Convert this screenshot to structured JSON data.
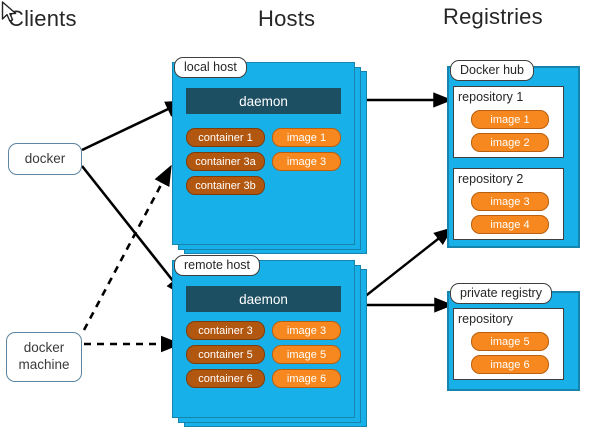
{
  "headings": {
    "clients": "Clients",
    "hosts": "Hosts",
    "registries": "Registries"
  },
  "clients": [
    {
      "id": "docker",
      "label": "docker"
    },
    {
      "id": "docker-machine",
      "label_line1": "docker",
      "label_line2": "machine"
    }
  ],
  "hosts": [
    {
      "id": "local-host",
      "label": "local host",
      "daemon": "daemon",
      "containers": [
        "container 1",
        "container 3a",
        "container 3b"
      ],
      "images": [
        "image 1",
        "image 3"
      ]
    },
    {
      "id": "remote-host",
      "label": "remote host",
      "daemon": "daemon",
      "containers": [
        "container 3",
        "container 5",
        "container 6"
      ],
      "images": [
        "image 3",
        "image 5",
        "image 6"
      ]
    }
  ],
  "registries": [
    {
      "id": "docker-hub",
      "label": "Docker hub",
      "repositories": [
        {
          "title": "repository 1",
          "images": [
            "image 1",
            "image 2"
          ]
        },
        {
          "title": "repository 2",
          "images": [
            "image 3",
            "image 4"
          ]
        }
      ]
    },
    {
      "id": "private-registry",
      "label": "private registry",
      "repositories": [
        {
          "title": "repository",
          "images": [
            "image 5",
            "image 6"
          ]
        }
      ]
    }
  ],
  "connections": [
    {
      "from": "docker",
      "to": "local-host-daemon",
      "style": "solid"
    },
    {
      "from": "docker",
      "to": "remote-host-daemon",
      "style": "solid"
    },
    {
      "from": "docker-machine",
      "to": "local-host",
      "style": "dashed"
    },
    {
      "from": "docker-machine",
      "to": "remote-host",
      "style": "dashed"
    },
    {
      "from": "local-host-daemon",
      "to": "repository-1",
      "style": "solid"
    },
    {
      "from": "remote-host-daemon",
      "to": "repository-2",
      "style": "solid"
    },
    {
      "from": "remote-host-daemon",
      "to": "private-registry",
      "style": "solid"
    }
  ],
  "colors": {
    "host_cyan": "#18b0e8",
    "host_border": "#1784ad",
    "daemon_teal": "#1d4f63",
    "container_brown": "#b25710",
    "image_orange": "#f6881f",
    "client_border": "#5b85a0",
    "panel_border": "#3f3f3f",
    "text_dark": "#262626",
    "background": "#ffffff"
  }
}
